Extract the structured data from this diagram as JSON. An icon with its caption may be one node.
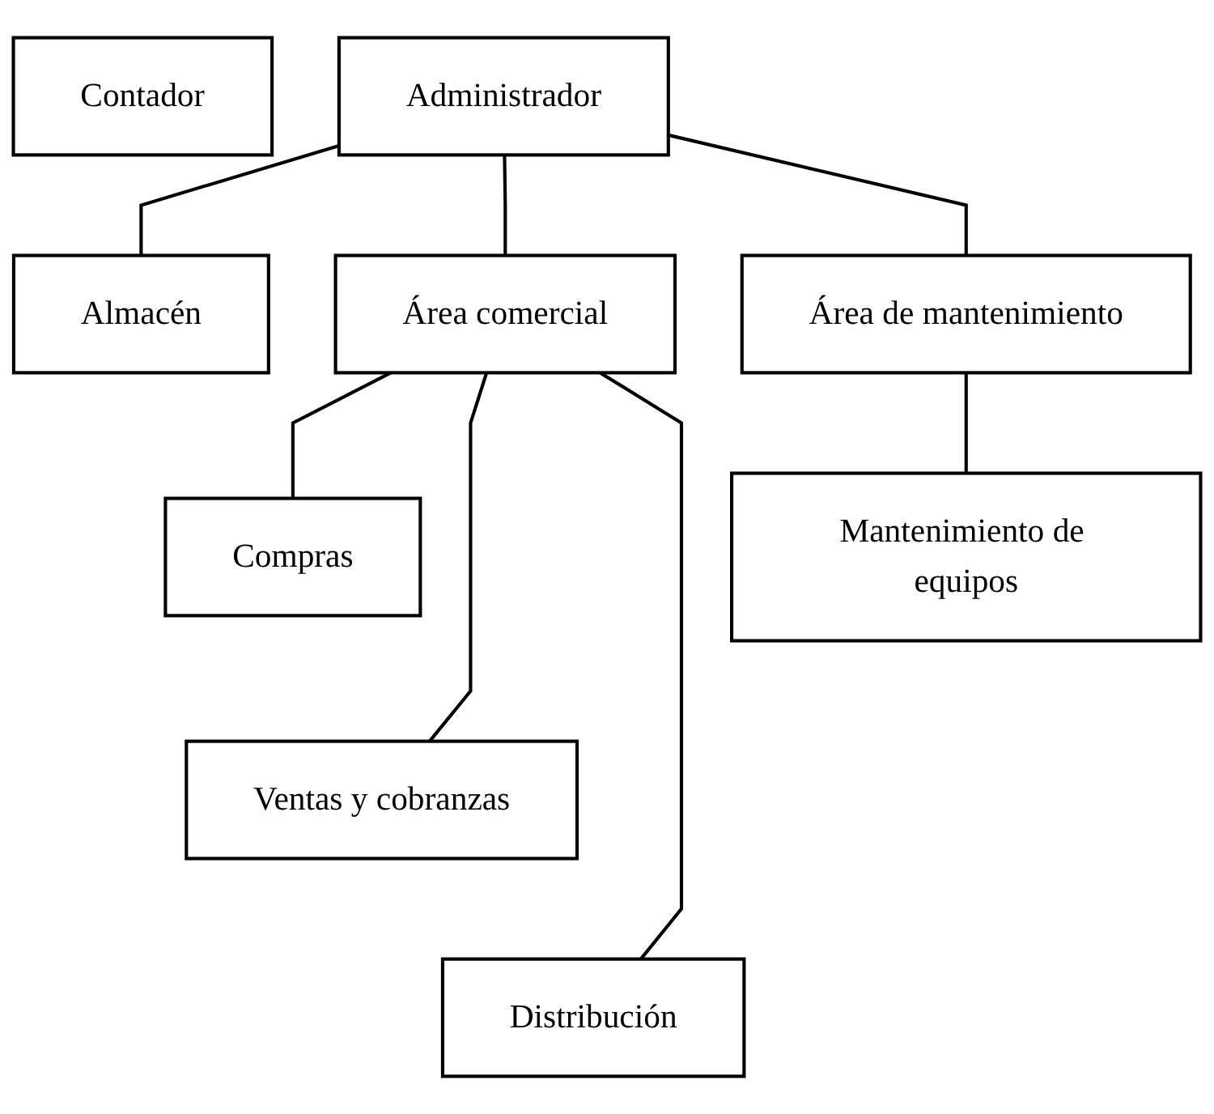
{
  "diagram": {
    "nodes": [
      {
        "text": [
          "Contador"
        ]
      },
      {
        "text": [
          "Administrador"
        ]
      },
      {
        "text": [
          "Almacén"
        ]
      },
      {
        "text": [
          "Área comercial"
        ]
      },
      {
        "text": [
          "Área de mantenimiento"
        ]
      },
      {
        "text": [
          "Compras"
        ]
      },
      {
        "text": [
          "Ventas y cobranzas"
        ]
      },
      {
        "text": [
          "Distribución"
        ]
      },
      {
        "text": [
          "Mantenimiento de equipos"
        ]
      }
    ],
    "edges": [
      {
        "from": 1,
        "to": 2,
        "arrow": "none"
      },
      {
        "from": 1,
        "to": 3,
        "arrow": "none"
      },
      {
        "from": 1,
        "to": 4,
        "arrow": "none"
      },
      {
        "from": 3,
        "to": 5,
        "arrow": "none"
      },
      {
        "from": 3,
        "to": 6,
        "arrow": "none"
      },
      {
        "from": 3,
        "to": 7,
        "arrow": "none"
      },
      {
        "from": 4,
        "to": 8,
        "arrow": "none"
      }
    ]
  }
}
